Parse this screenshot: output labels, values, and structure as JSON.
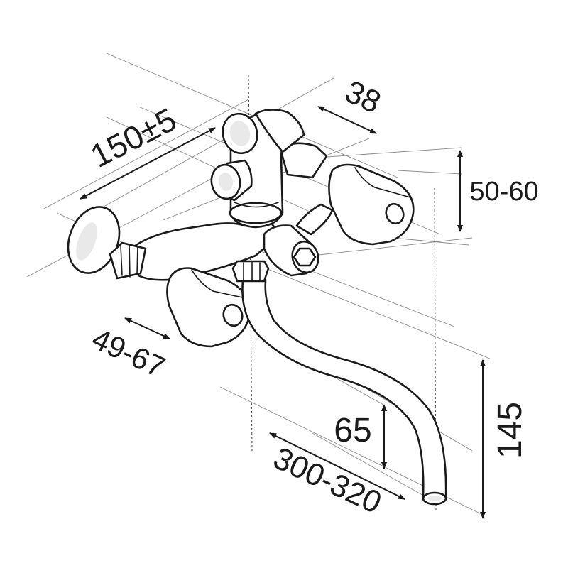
{
  "dimensions": {
    "inlet_spacing": "150±5",
    "handle_width": "38",
    "outlet_height": "50-60",
    "inlet_length": "49-67",
    "spout_drop": "65",
    "spout_reach": "300-320",
    "total_height": "145"
  },
  "colors": {
    "ink": "#1a1a1a",
    "guide": "#8a8a8a",
    "background": "#ffffff"
  }
}
